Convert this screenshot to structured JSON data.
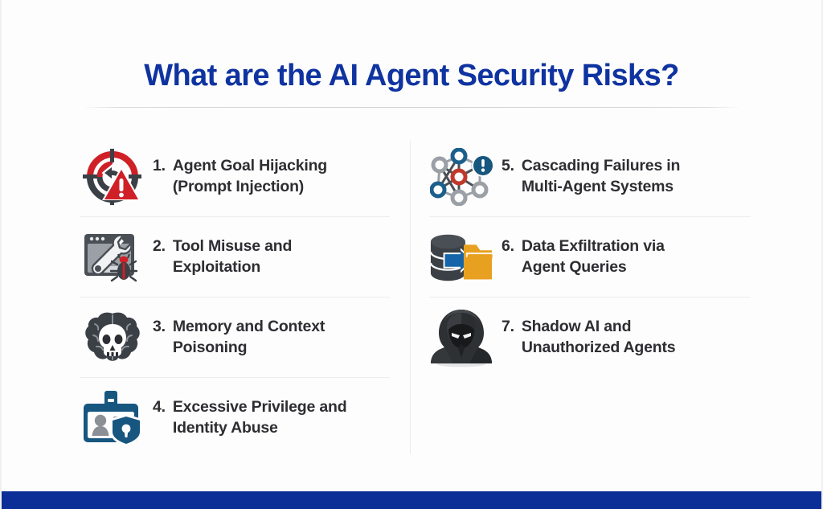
{
  "page": {
    "title": "What are the AI Agent Security Risks?",
    "accent_color": "#0f33a0",
    "text_color": "#2d2d32",
    "bottom_bar_color": "#0b2f96",
    "background_color": "#fdfdfd"
  },
  "risks": {
    "left": [
      {
        "number": "1.",
        "line1": "Agent Goal Hijacking",
        "line2": "(Prompt Injection)",
        "icon": "target-crosshair-warning-icon"
      },
      {
        "number": "2.",
        "line1": "Tool Misuse and",
        "line2": "Exploitation",
        "icon": "browser-wrench-bug-icon"
      },
      {
        "number": "3.",
        "line1": "Memory and Context",
        "line2": "Poisoning",
        "icon": "brain-skull-icon"
      },
      {
        "number": "4.",
        "line1": "Excessive Privilege and",
        "line2": "Identity Abuse",
        "icon": "id-badge-shield-lock-icon"
      }
    ],
    "right": [
      {
        "number": "5.",
        "line1": "Cascading Failures in",
        "line2": "Multi-Agent Systems",
        "icon": "network-nodes-alert-icon"
      },
      {
        "number": "6.",
        "line1": "Data Exfiltration via",
        "line2": "Agent Queries",
        "icon": "database-arrow-folder-icon"
      },
      {
        "number": "7.",
        "line1": "Shadow AI and",
        "line2": "Unauthorized Agents",
        "icon": "hooded-anonymous-figure-icon"
      }
    ]
  },
  "icon_colors": {
    "red": "#cf2027",
    "dark_red": "#b5202a",
    "charcoal": "#3b4046",
    "dark_gray": "#4a4f55",
    "mid_gray": "#9aa0a6",
    "blue": "#1b5f8c",
    "deep_blue": "#17567f",
    "orange": "#e8a020",
    "arrow_blue": "#1565a8"
  }
}
